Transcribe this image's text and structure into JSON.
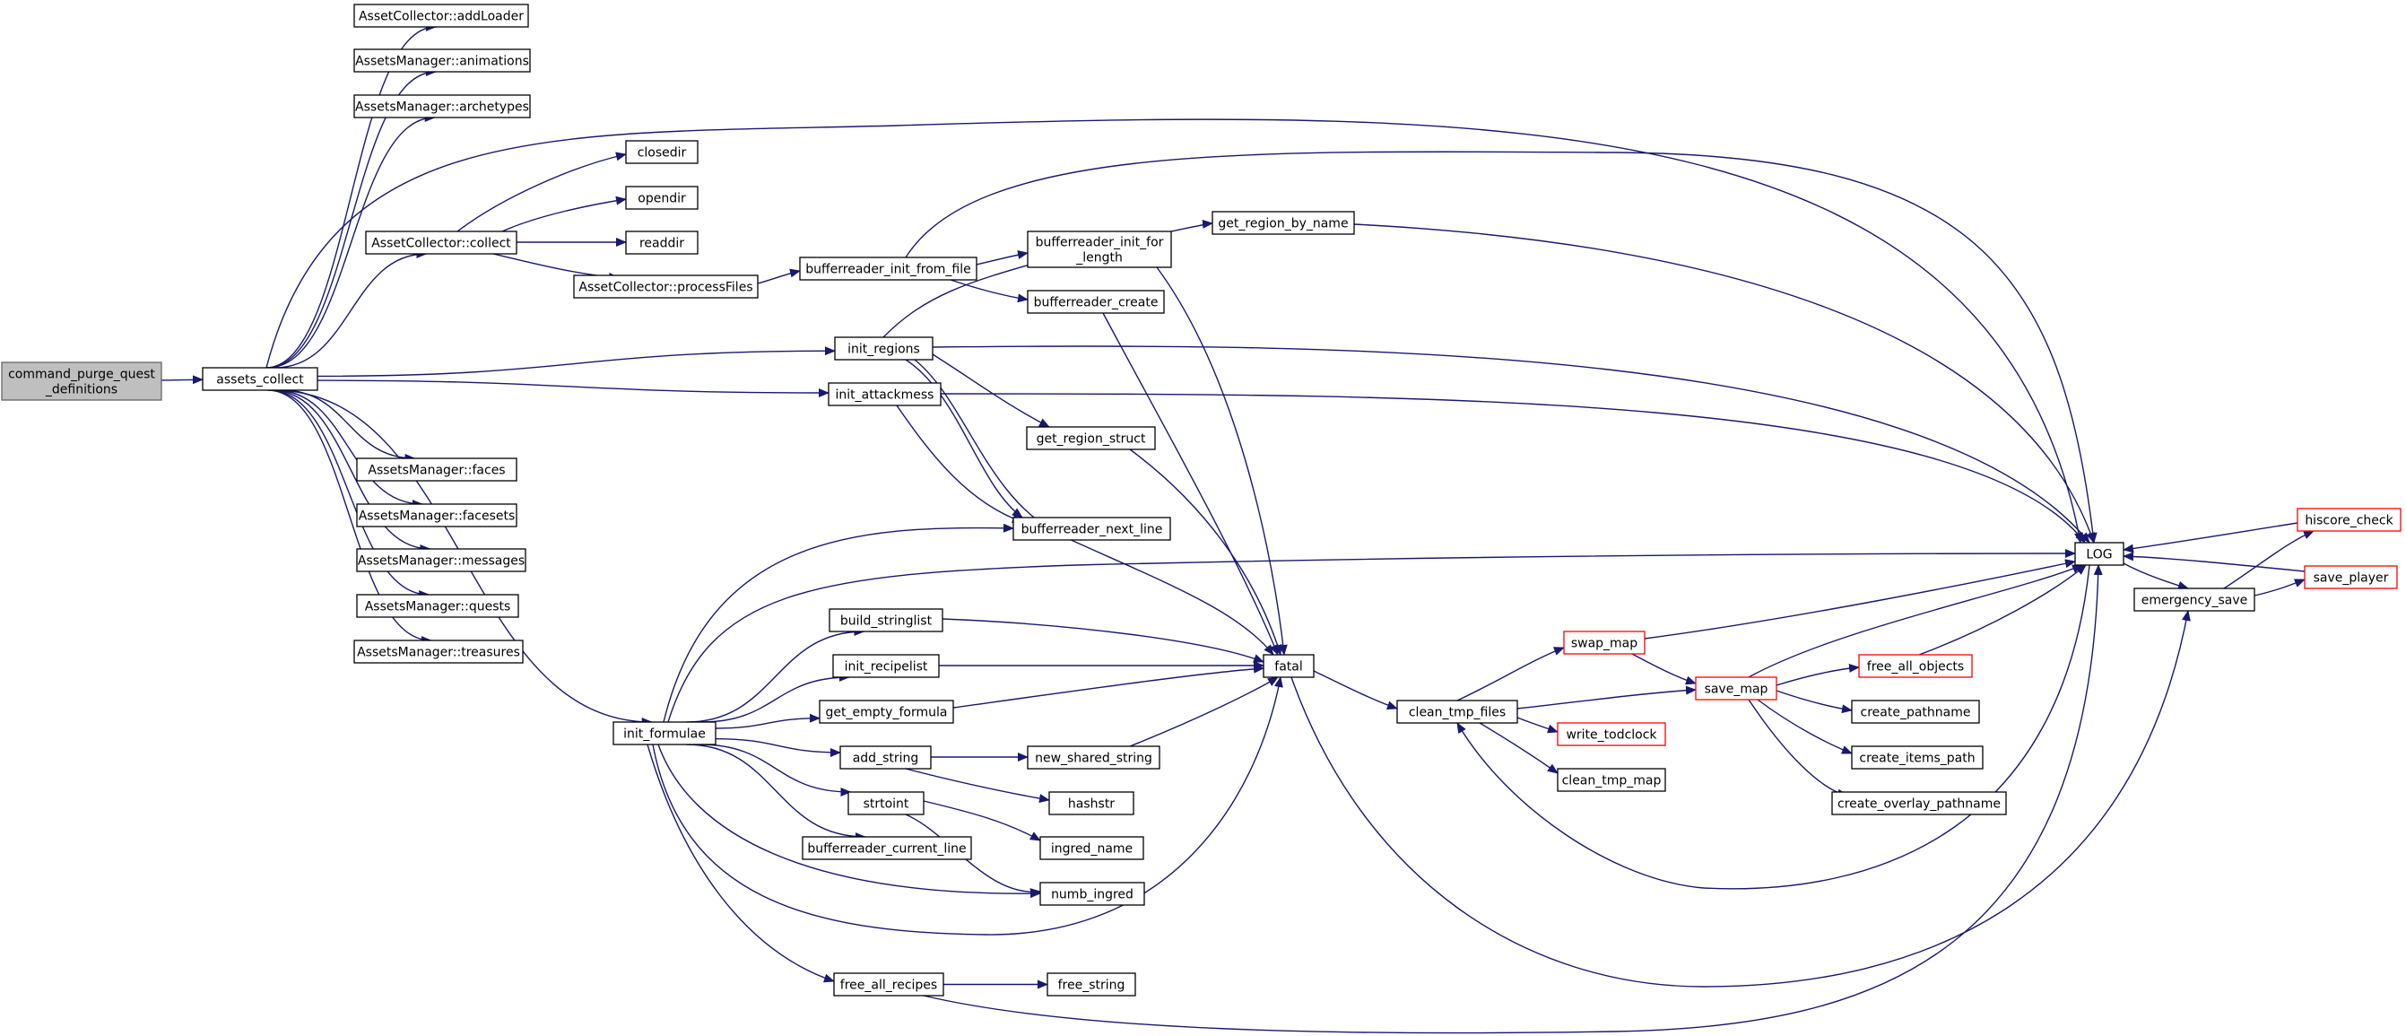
{
  "graph": {
    "colors": {
      "edge": "#191970",
      "root_fill": "#bfbfbf",
      "node_border": "#000000",
      "truncated_border": "#ff0000",
      "background": "#ffffff"
    },
    "nodes": [
      {
        "id": "cmd",
        "lines": [
          "command_purge_quest",
          "_definitions"
        ],
        "kind": "root"
      },
      {
        "id": "assets_collect",
        "lines": [
          "assets_collect"
        ]
      },
      {
        "id": "addLoader",
        "lines": [
          "AssetCollector::addLoader"
        ]
      },
      {
        "id": "animations",
        "lines": [
          "AssetsManager::animations"
        ]
      },
      {
        "id": "archetypes",
        "lines": [
          "AssetsManager::archetypes"
        ]
      },
      {
        "id": "collect",
        "lines": [
          "AssetCollector::collect"
        ]
      },
      {
        "id": "closedir",
        "lines": [
          "closedir"
        ]
      },
      {
        "id": "opendir",
        "lines": [
          "opendir"
        ]
      },
      {
        "id": "readdir",
        "lines": [
          "readdir"
        ]
      },
      {
        "id": "processFiles",
        "lines": [
          "AssetCollector::processFiles"
        ]
      },
      {
        "id": "br_init_file",
        "lines": [
          "bufferreader_init_from_file"
        ]
      },
      {
        "id": "br_init_len",
        "lines": [
          "bufferreader_init_for",
          "_length"
        ]
      },
      {
        "id": "br_create",
        "lines": [
          "bufferreader_create"
        ]
      },
      {
        "id": "get_region_by_name",
        "lines": [
          "get_region_by_name"
        ]
      },
      {
        "id": "init_regions",
        "lines": [
          "init_regions"
        ]
      },
      {
        "id": "init_attackmess",
        "lines": [
          "init_attackmess"
        ]
      },
      {
        "id": "get_region_struct",
        "lines": [
          "get_region_struct"
        ]
      },
      {
        "id": "br_next_line",
        "lines": [
          "bufferreader_next_line"
        ]
      },
      {
        "id": "faces",
        "lines": [
          "AssetsManager::faces"
        ]
      },
      {
        "id": "facesets",
        "lines": [
          "AssetsManager::facesets"
        ]
      },
      {
        "id": "messages",
        "lines": [
          "AssetsManager::messages"
        ]
      },
      {
        "id": "quests",
        "lines": [
          "AssetsManager::quests"
        ]
      },
      {
        "id": "treasures",
        "lines": [
          "AssetsManager::treasures"
        ]
      },
      {
        "id": "init_formulae",
        "lines": [
          "init_formulae"
        ]
      },
      {
        "id": "build_stringlist",
        "lines": [
          "build_stringlist"
        ]
      },
      {
        "id": "init_recipelist",
        "lines": [
          "init_recipelist"
        ]
      },
      {
        "id": "get_empty_formula",
        "lines": [
          "get_empty_formula"
        ]
      },
      {
        "id": "add_string",
        "lines": [
          "add_string"
        ]
      },
      {
        "id": "strtoint",
        "lines": [
          "strtoint"
        ]
      },
      {
        "id": "br_current_line",
        "lines": [
          "bufferreader_current_line"
        ]
      },
      {
        "id": "new_shared_string",
        "lines": [
          "new_shared_string"
        ]
      },
      {
        "id": "hashstr",
        "lines": [
          "hashstr"
        ]
      },
      {
        "id": "ingred_name",
        "lines": [
          "ingred_name"
        ]
      },
      {
        "id": "numb_ingred",
        "lines": [
          "numb_ingred"
        ]
      },
      {
        "id": "free_all_recipes",
        "lines": [
          "free_all_recipes"
        ]
      },
      {
        "id": "free_string",
        "lines": [
          "free_string"
        ]
      },
      {
        "id": "fatal",
        "lines": [
          "fatal"
        ]
      },
      {
        "id": "clean_tmp_files",
        "lines": [
          "clean_tmp_files"
        ]
      },
      {
        "id": "swap_map",
        "lines": [
          "swap_map"
        ],
        "kind": "truncated"
      },
      {
        "id": "write_todclock",
        "lines": [
          "write_todclock"
        ],
        "kind": "truncated"
      },
      {
        "id": "clean_tmp_map",
        "lines": [
          "clean_tmp_map"
        ]
      },
      {
        "id": "save_map",
        "lines": [
          "save_map"
        ],
        "kind": "truncated"
      },
      {
        "id": "free_all_objects",
        "lines": [
          "free_all_objects"
        ],
        "kind": "truncated"
      },
      {
        "id": "create_pathname",
        "lines": [
          "create_pathname"
        ]
      },
      {
        "id": "create_items_path",
        "lines": [
          "create_items_path"
        ]
      },
      {
        "id": "create_overlay_pathname",
        "lines": [
          "create_overlay_pathname"
        ]
      },
      {
        "id": "LOG",
        "lines": [
          "LOG"
        ]
      },
      {
        "id": "emergency_save",
        "lines": [
          "emergency_save"
        ]
      },
      {
        "id": "hiscore_check",
        "lines": [
          "hiscore_check"
        ],
        "kind": "truncated"
      },
      {
        "id": "save_player",
        "lines": [
          "save_player"
        ],
        "kind": "truncated"
      }
    ],
    "edges": [
      [
        "cmd",
        "assets_collect"
      ],
      [
        "assets_collect",
        "addLoader"
      ],
      [
        "assets_collect",
        "animations"
      ],
      [
        "assets_collect",
        "archetypes"
      ],
      [
        "assets_collect",
        "LOG"
      ],
      [
        "assets_collect",
        "collect"
      ],
      [
        "assets_collect",
        "init_regions"
      ],
      [
        "assets_collect",
        "init_attackmess"
      ],
      [
        "assets_collect",
        "faces"
      ],
      [
        "assets_collect",
        "facesets"
      ],
      [
        "assets_collect",
        "messages"
      ],
      [
        "assets_collect",
        "quests"
      ],
      [
        "assets_collect",
        "treasures"
      ],
      [
        "assets_collect",
        "init_formulae"
      ],
      [
        "collect",
        "closedir"
      ],
      [
        "collect",
        "opendir"
      ],
      [
        "collect",
        "readdir"
      ],
      [
        "collect",
        "processFiles"
      ],
      [
        "processFiles",
        "br_init_file"
      ],
      [
        "br_init_file",
        "LOG"
      ],
      [
        "br_init_file",
        "br_init_len"
      ],
      [
        "br_init_file",
        "br_create"
      ],
      [
        "br_init_len",
        "fatal"
      ],
      [
        "br_create",
        "fatal"
      ],
      [
        "init_regions",
        "get_region_by_name"
      ],
      [
        "init_regions",
        "LOG"
      ],
      [
        "init_regions",
        "get_region_struct"
      ],
      [
        "init_regions",
        "br_next_line"
      ],
      [
        "init_regions",
        "fatal"
      ],
      [
        "get_region_by_name",
        "LOG"
      ],
      [
        "get_region_struct",
        "fatal"
      ],
      [
        "init_attackmess",
        "LOG"
      ],
      [
        "init_attackmess",
        "br_next_line"
      ],
      [
        "init_formulae",
        "br_next_line"
      ],
      [
        "init_formulae",
        "LOG"
      ],
      [
        "init_formulae",
        "build_stringlist"
      ],
      [
        "init_formulae",
        "init_recipelist"
      ],
      [
        "init_formulae",
        "get_empty_formula"
      ],
      [
        "init_formulae",
        "add_string"
      ],
      [
        "init_formulae",
        "strtoint"
      ],
      [
        "init_formulae",
        "br_current_line"
      ],
      [
        "init_formulae",
        "numb_ingred"
      ],
      [
        "init_formulae",
        "fatal"
      ],
      [
        "init_formulae",
        "free_all_recipes"
      ],
      [
        "build_stringlist",
        "fatal"
      ],
      [
        "init_recipelist",
        "fatal"
      ],
      [
        "get_empty_formula",
        "fatal"
      ],
      [
        "add_string",
        "new_shared_string"
      ],
      [
        "add_string",
        "hashstr"
      ],
      [
        "new_shared_string",
        "fatal"
      ],
      [
        "strtoint",
        "ingred_name"
      ],
      [
        "strtoint",
        "numb_ingred"
      ],
      [
        "free_all_recipes",
        "free_string"
      ],
      [
        "free_all_recipes",
        "LOG"
      ],
      [
        "fatal",
        "clean_tmp_files"
      ],
      [
        "fatal",
        "emergency_save"
      ],
      [
        "clean_tmp_files",
        "swap_map"
      ],
      [
        "clean_tmp_files",
        "save_map"
      ],
      [
        "clean_tmp_files",
        "write_todclock"
      ],
      [
        "clean_tmp_files",
        "clean_tmp_map"
      ],
      [
        "swap_map",
        "LOG"
      ],
      [
        "swap_map",
        "save_map"
      ],
      [
        "save_map",
        "LOG"
      ],
      [
        "save_map",
        "free_all_objects"
      ],
      [
        "save_map",
        "create_pathname"
      ],
      [
        "save_map",
        "create_items_path"
      ],
      [
        "save_map",
        "create_overlay_pathname"
      ],
      [
        "free_all_objects",
        "LOG"
      ],
      [
        "LOG",
        "emergency_save"
      ],
      [
        "LOG",
        "clean_tmp_files"
      ],
      [
        "emergency_save",
        "hiscore_check"
      ],
      [
        "emergency_save",
        "save_player"
      ],
      [
        "hiscore_check",
        "LOG"
      ],
      [
        "save_player",
        "LOG"
      ]
    ]
  }
}
